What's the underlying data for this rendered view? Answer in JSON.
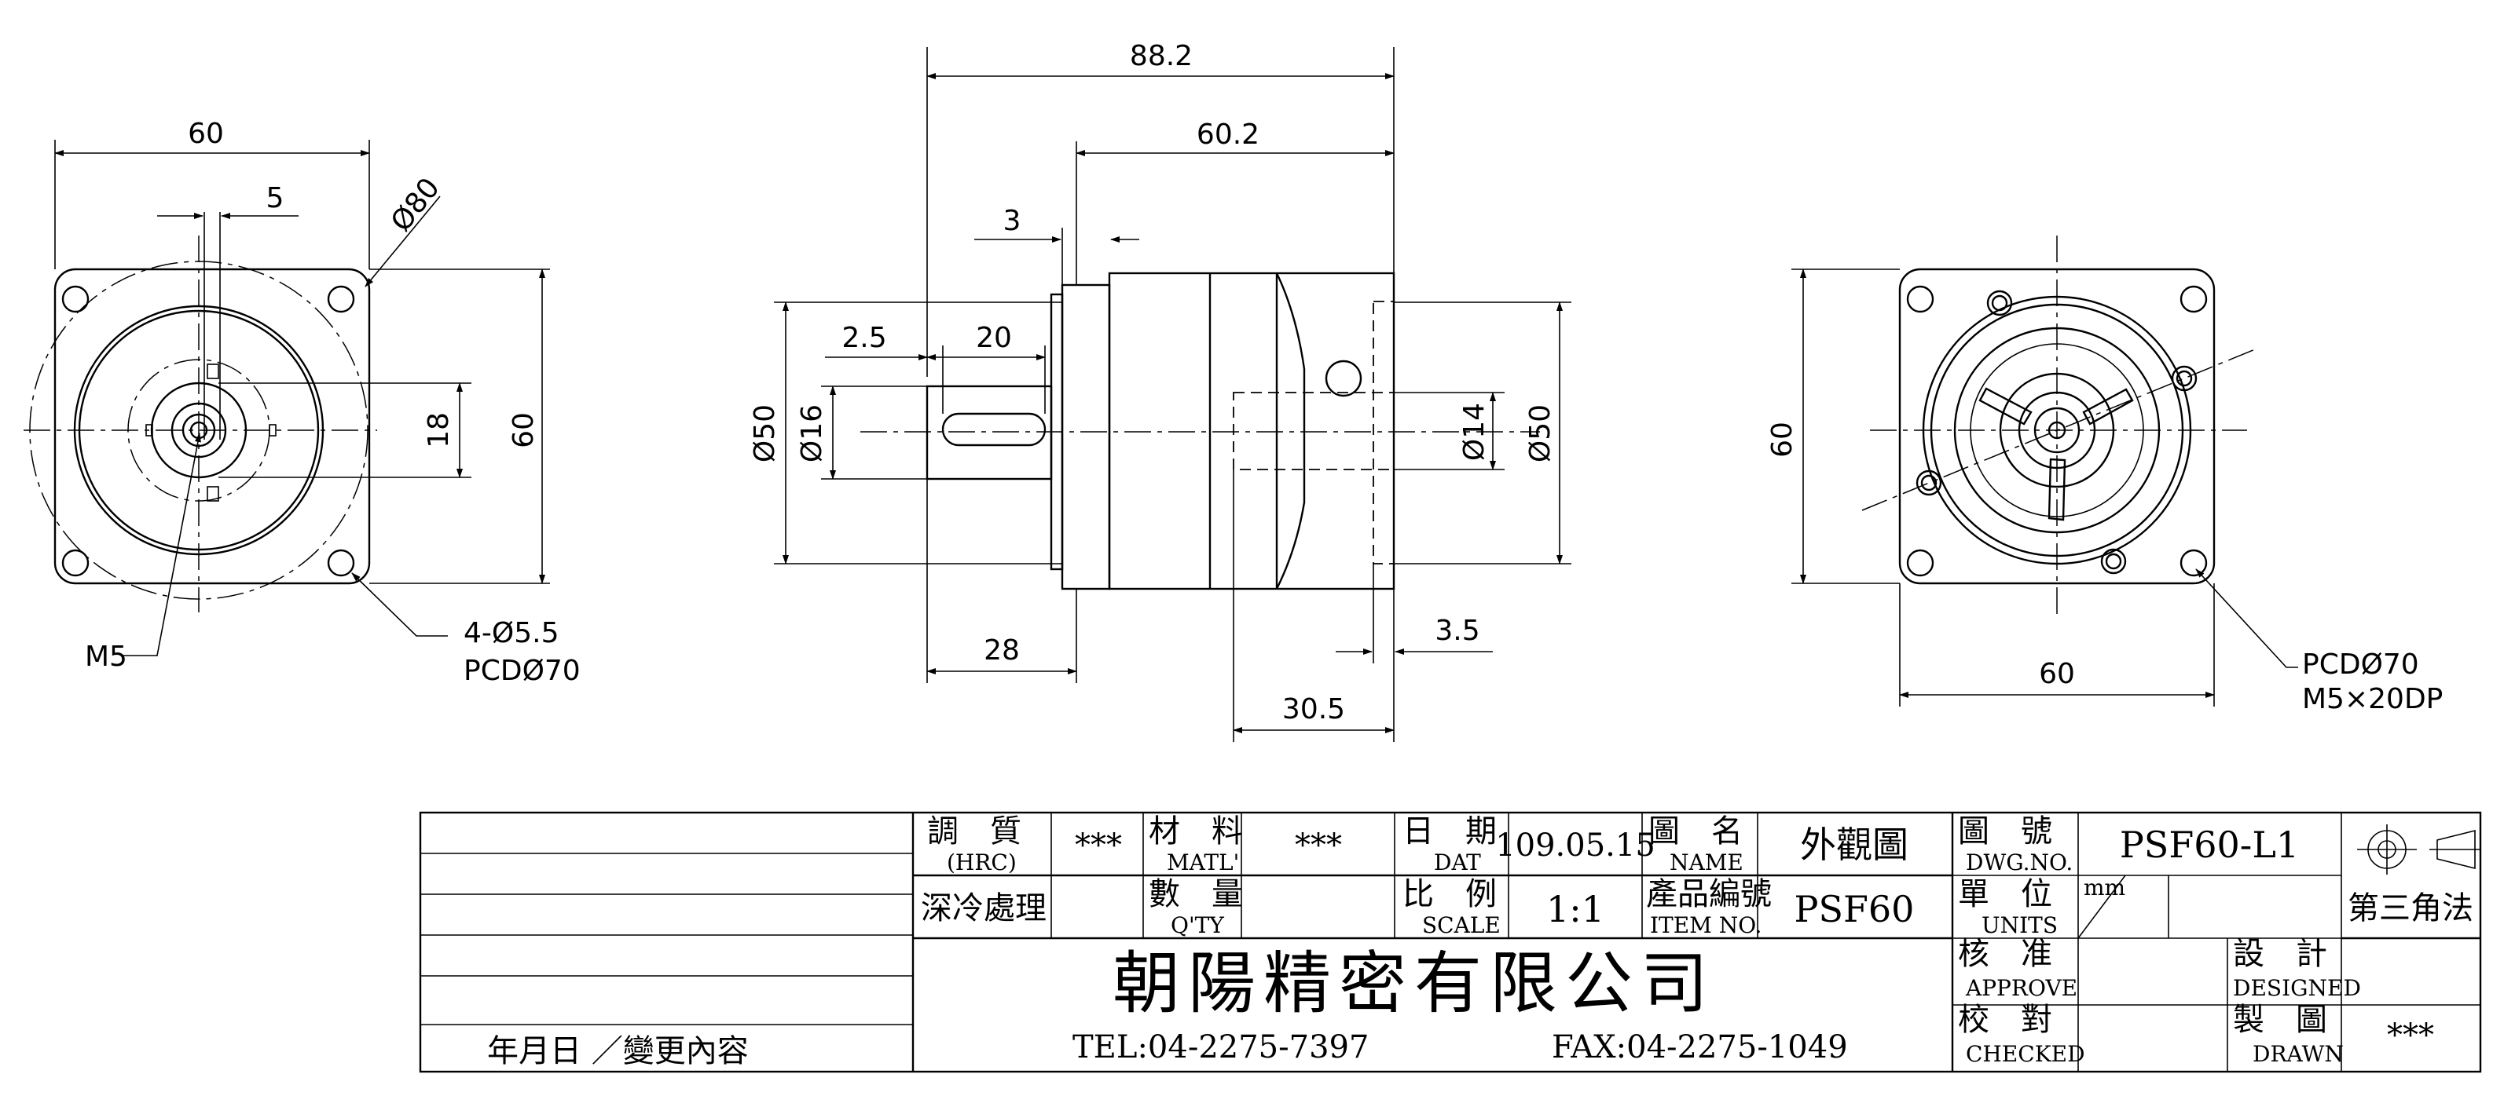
{
  "dimensions": {
    "left_view": {
      "width_top": "60",
      "keyway": "5",
      "diameter_80": "Ø80",
      "height_right": "60",
      "key_18": "18",
      "holes_a": "4-Ø5.5",
      "holes_b": "PCDØ70",
      "tap": "M5"
    },
    "side_view": {
      "overall": "88.2",
      "body": "60.2",
      "flange": "3",
      "shoulder": "2.5",
      "key_len": "20",
      "dia50_left": "Ø50",
      "dia16": "Ø16",
      "dia14": "Ø14",
      "dia50_right": "Ø50",
      "shaft_len": "28",
      "bore_depth": "30.5",
      "recess": "3.5"
    },
    "right_view": {
      "height": "60",
      "width": "60",
      "pcd": "PCDØ70",
      "thread": "M5×20DP"
    }
  },
  "title_block": {
    "revision_label": "年月日 ／變更內容",
    "hrc_cn": "調　質",
    "hrc_en": "(HRC)",
    "hrc_val": "***",
    "matl_cn": "材　料",
    "matl_en": "MATL'",
    "matl_val": "***",
    "date_cn": "日　期",
    "date_en": "DAT",
    "date_val": "109.05.15",
    "name_cn": "圖　名",
    "name_en": "NAME",
    "name_val": "外觀圖",
    "dwg_cn": "圖　號",
    "dwg_en": "DWG.NO.",
    "dwg_val": "PSF60-L1",
    "treat_cn": "深冷處理",
    "qty_cn": "數　量",
    "qty_en": "Q'TY",
    "scale_cn": "比　例",
    "scale_en": "SCALE",
    "scale_val": "1:1",
    "item_cn": "產品編號",
    "item_en": "ITEM NO.",
    "item_val": "PSF60",
    "units_cn": "單　位",
    "units_en": "UNITS",
    "units_val": "mm",
    "projection": "第三角法",
    "company": "朝陽精密有限公司",
    "tel": "TEL:04-2275-7397",
    "fax": "FAX:04-2275-1049",
    "approve_cn": "核　准",
    "approve_en": "APPROVE",
    "checked_cn": "校　對",
    "checked_en": "CHECKED",
    "designed_cn": "設　計",
    "designed_en": "DESIGNED",
    "drawn_cn": "製　圖",
    "drawn_en": "DRAWN",
    "drawn_val": "***"
  }
}
